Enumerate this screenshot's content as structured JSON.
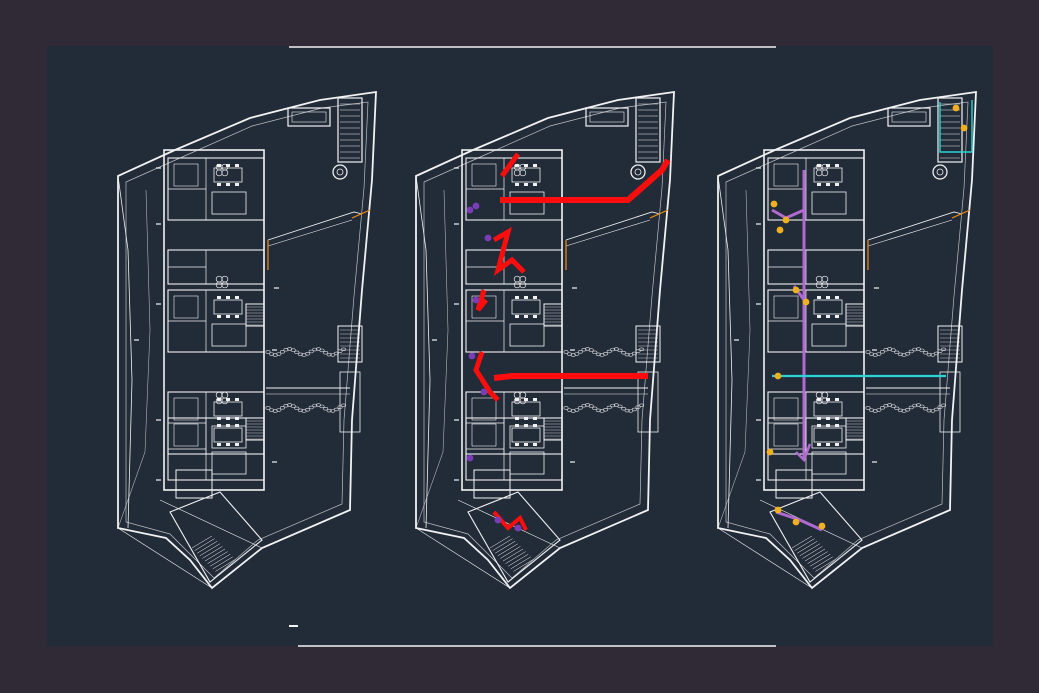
{
  "colors": {
    "frame_bg": "#2f2a36",
    "sheet_bg": "#222b38",
    "linework": "#f2f2f2",
    "sewer_pipe": "#ff0d0d",
    "sewer_fitting": "#7a3db8",
    "water_pipe": "#b06ad0",
    "water_fitting": "#f0b020",
    "stub_line": "#2ad4d4",
    "terrain_hatch": "#dcdcdc",
    "callout": "#f08a1a"
  },
  "sheets": [
    {
      "id": "architectural",
      "overlay": "none"
    },
    {
      "id": "sanitary",
      "overlay": "sewer"
    },
    {
      "id": "water-supply",
      "overlay": "water"
    }
  ],
  "icons": {
    "sheet_marker": "dash-marker",
    "rule": "rule-line"
  }
}
